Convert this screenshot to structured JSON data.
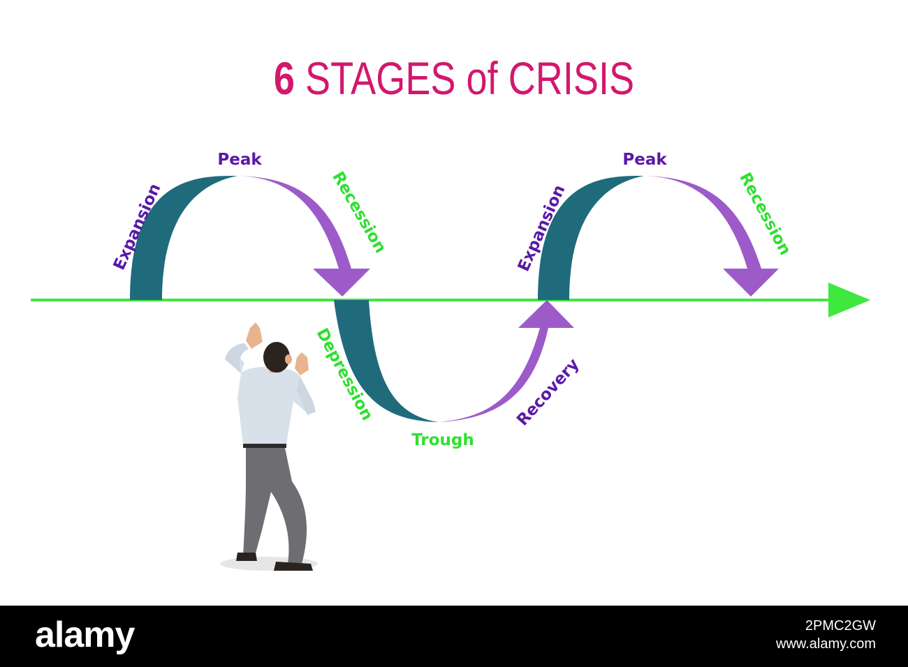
{
  "title": {
    "number": "6",
    "text": "STAGES of CRISIS"
  },
  "labels": {
    "peak": "Peak",
    "expansion": "Expansion",
    "recession": "Recession",
    "depression": "Depression",
    "trough": "Trough",
    "recovery": "Recovery"
  },
  "footer": {
    "logo": "alamy",
    "image_id": "2PMC2GW",
    "site": "www.alamy.com"
  },
  "colors": {
    "title": "#d2186d",
    "axis": "#3ee83e",
    "teal": "#1f6b7c",
    "purple": "#9d5bc9",
    "label_purple": "#5a18a8",
    "label_green": "#2fe02f"
  }
}
